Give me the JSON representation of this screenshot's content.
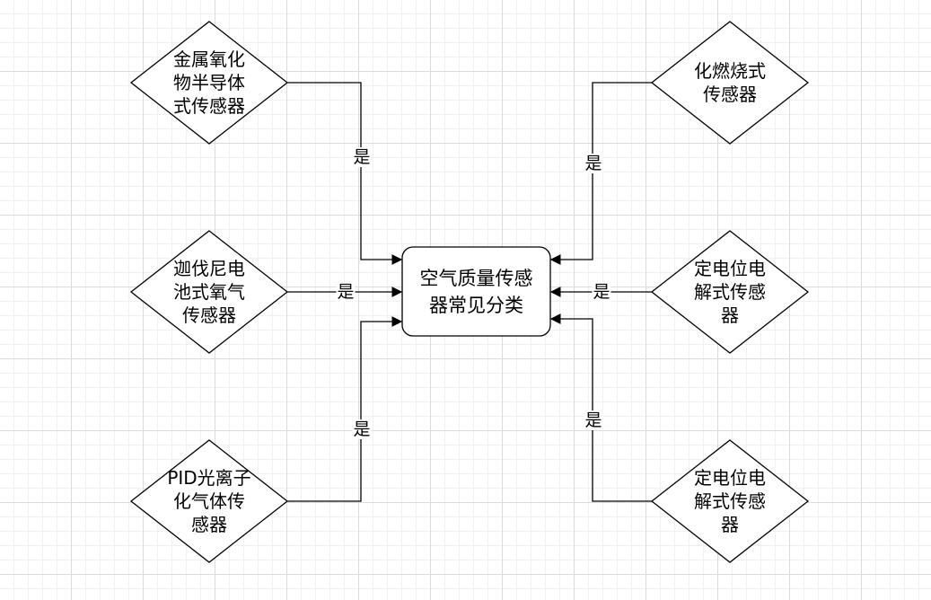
{
  "center": {
    "label": "空气质量传感\n器常见分类"
  },
  "nodes": [
    {
      "id": "metal-oxide",
      "label": "金属氧化\n物半导体\n式传感器"
    },
    {
      "id": "combustion",
      "label": "化燃烧式\n传感器"
    },
    {
      "id": "galvanic",
      "label": "迦伐尼电\n池式氧气\n传感器"
    },
    {
      "id": "electrochem-1",
      "label": "定电位电\n解式传感\n器"
    },
    {
      "id": "pid",
      "label": "PID光离子\n化气体传\n感器"
    },
    {
      "id": "electrochem-2",
      "label": "定电位电\n解式传感\n器"
    }
  ],
  "edges": [
    {
      "from": "metal-oxide",
      "label": "是"
    },
    {
      "from": "combustion",
      "label": "是"
    },
    {
      "from": "galvanic",
      "label": "是"
    },
    {
      "from": "electrochem-1",
      "label": "是"
    },
    {
      "from": "pid",
      "label": "是"
    },
    {
      "from": "electrochem-2",
      "label": "是"
    }
  ],
  "colors": {
    "stroke": "#000000",
    "fill": "#ffffff",
    "grid": "#dcdcdc"
  }
}
